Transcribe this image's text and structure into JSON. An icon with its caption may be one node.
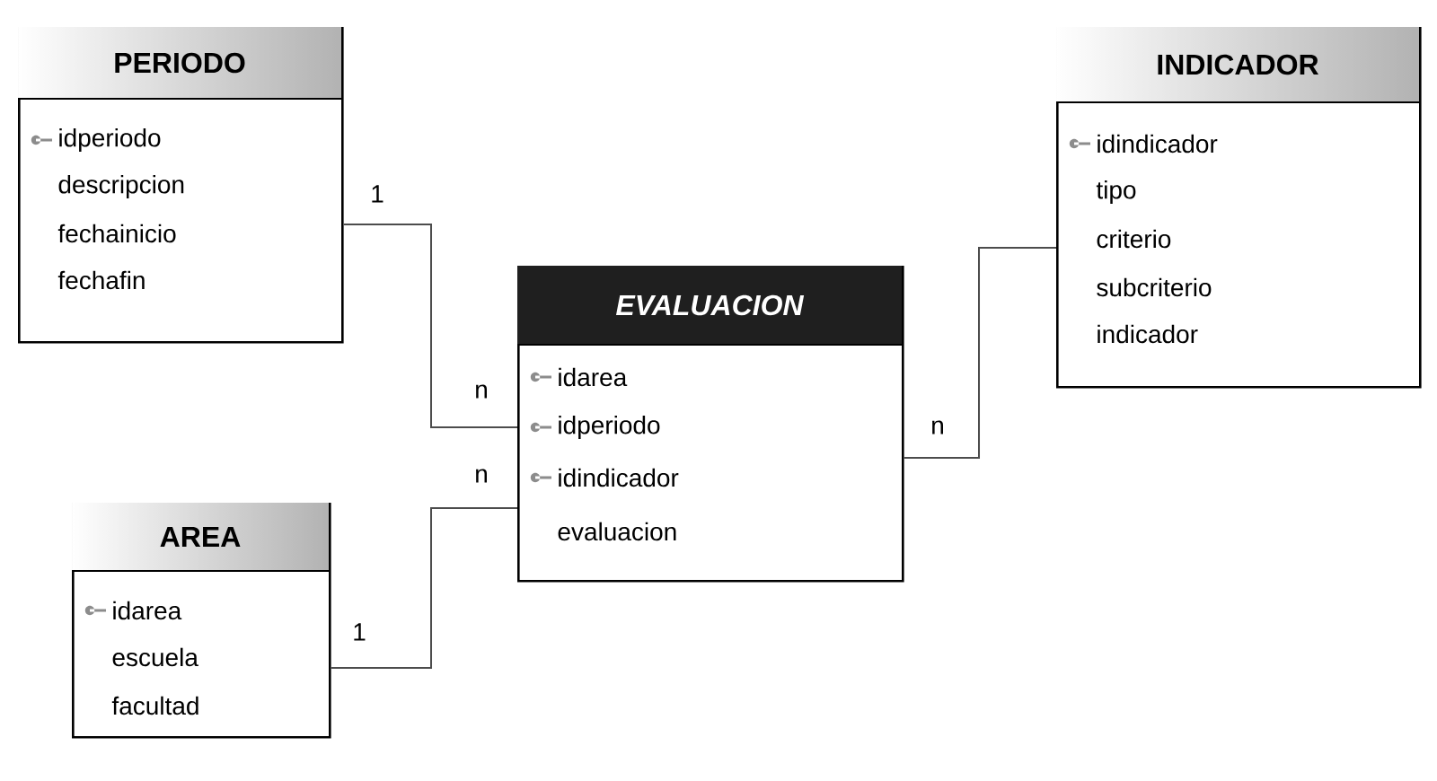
{
  "diagram": {
    "nodes": [
      {
        "text": [
          "PERIODO",
          "idperiodo",
          "descripcion",
          "fechainicio",
          "fechafin"
        ]
      },
      {
        "text": [
          "INDICADOR",
          "idindicador",
          "tipo",
          "criterio",
          "subcriterio",
          "indicador"
        ]
      },
      {
        "text": [
          "EVALUACION",
          "idarea",
          "idperiodo",
          "idindicador",
          "evaluacion"
        ]
      },
      {
        "text": [
          "AREA",
          "idarea",
          "escuela",
          "facultad"
        ]
      }
    ],
    "edges": [
      {
        "from": 0,
        "to": 2,
        "arrow": "none"
      },
      {
        "from": 1,
        "to": 2,
        "arrow": "none"
      },
      {
        "from": 3,
        "to": 2,
        "arrow": "none"
      }
    ],
    "labels": [
      "1",
      "n",
      "n",
      "n",
      "1"
    ]
  }
}
